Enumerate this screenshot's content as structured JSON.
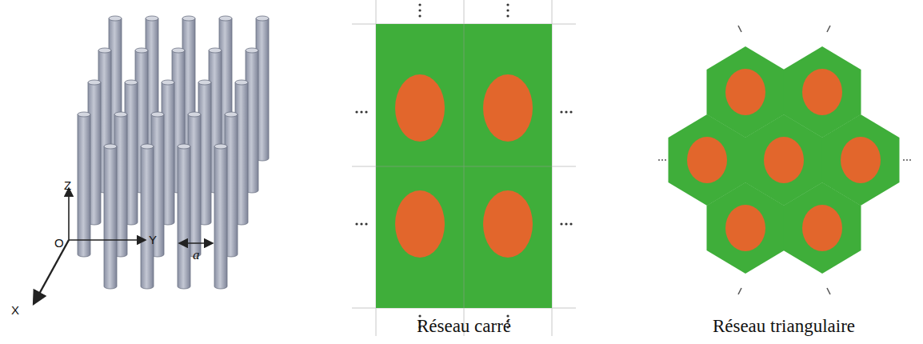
{
  "diagram": {
    "labels": [
      "Z",
      "O",
      "Y",
      "X",
      "a",
      "Réseau carré",
      "Réseau triangulaire"
    ]
  }
}
